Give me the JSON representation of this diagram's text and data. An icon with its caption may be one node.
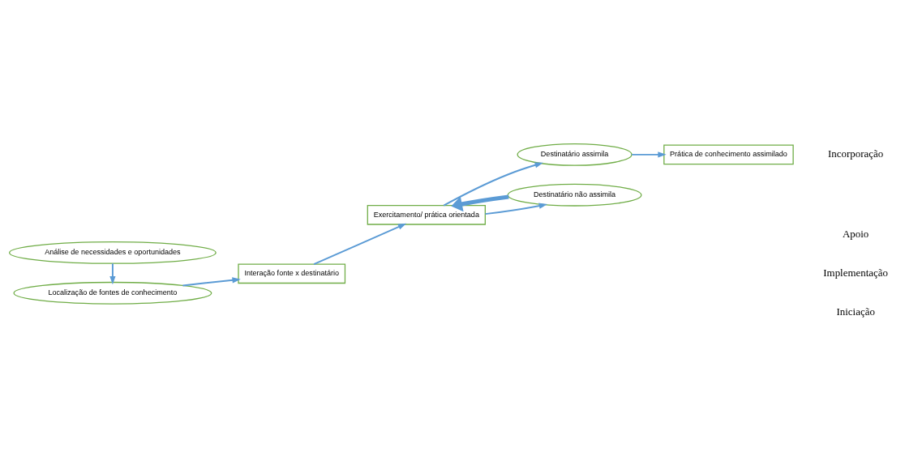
{
  "diagram": {
    "nodes": [
      {
        "text": [
          "Análise de necessidades e oportunidades"
        ]
      },
      {
        "text": [
          "Localização de fontes de conhecimento"
        ]
      },
      {
        "text": [
          "Interação fonte x destinatário"
        ]
      },
      {
        "text": [
          "Exercitamento/ prática orientada"
        ]
      },
      {
        "text": [
          "Destinatário assimila"
        ]
      },
      {
        "text": [
          "Prática de conhecimento assimilado"
        ]
      },
      {
        "text": [
          "Destinatário não assimila"
        ]
      }
    ],
    "edges": [
      {
        "from": 0,
        "to": 1,
        "arrow": "to"
      },
      {
        "from": 1,
        "to": 2,
        "arrow": "to"
      },
      {
        "from": 2,
        "to": 3,
        "arrow": "to"
      },
      {
        "from": 3,
        "to": 4,
        "arrow": "to"
      },
      {
        "from": 4,
        "to": 5,
        "arrow": "to"
      },
      {
        "from": 3,
        "to": 6,
        "arrow": "to"
      },
      {
        "from": 6,
        "to": 3,
        "arrow": "to",
        "style": "thick"
      }
    ],
    "labels": [
      "Iniciação",
      "Implementação",
      "Apoio",
      "Incorporação"
    ]
  }
}
